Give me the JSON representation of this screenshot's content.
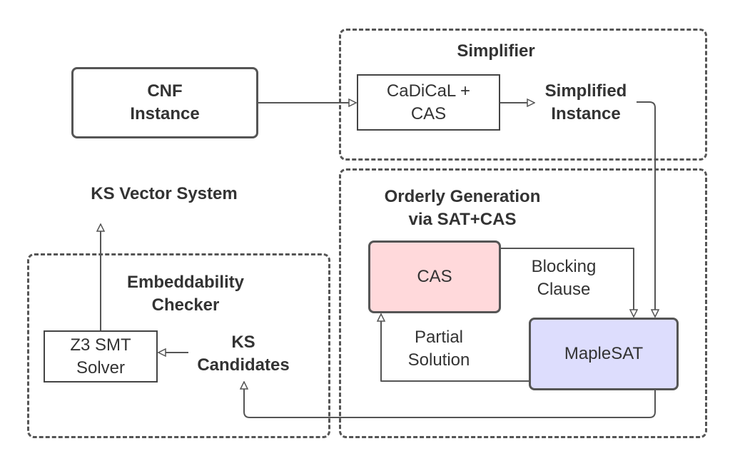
{
  "nodes": {
    "cnf_instance": "CNF\nInstance",
    "cadical_cas": "CaDiCaL +\nCAS",
    "simplified_instance": "Simplified\nInstance",
    "ks_vector_system": "KS Vector System",
    "cas": "CAS",
    "maplesat": "MapleSAT",
    "z3_smt_solver": "Z3 SMT\nSolver",
    "ks_candidates": "KS\nCandidates"
  },
  "groups": {
    "simplifier": "Simplifier",
    "orderly_generation": "Orderly Generation\nvia SAT+CAS",
    "embeddability_checker": "Embeddability\nChecker"
  },
  "edge_labels": {
    "blocking_clause": "Blocking\nClause",
    "partial_solution": "Partial\nSolution"
  },
  "colors": {
    "cas_fill": "#FFD9DB",
    "maplesat_fill": "#DDDDFD",
    "line": "#555555"
  }
}
